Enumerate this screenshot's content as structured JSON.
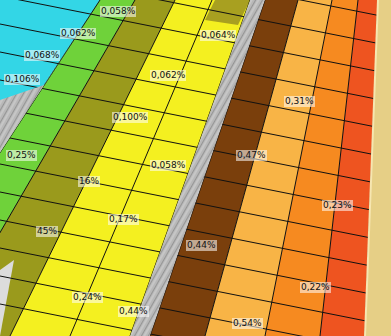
{
  "diagram": {
    "labels": [
      "0,058%",
      "0,062%",
      "0,068%",
      "0,106%",
      "0,064%",
      "0,062%",
      "0,100%",
      "0,25%",
      "16%",
      "0,058%",
      "45%",
      "0,17%",
      "0,24%",
      "0,31%",
      "0,47%",
      "0,44%",
      "0,23%",
      "0,44%",
      "0,22%",
      "0,54%"
    ]
  }
}
